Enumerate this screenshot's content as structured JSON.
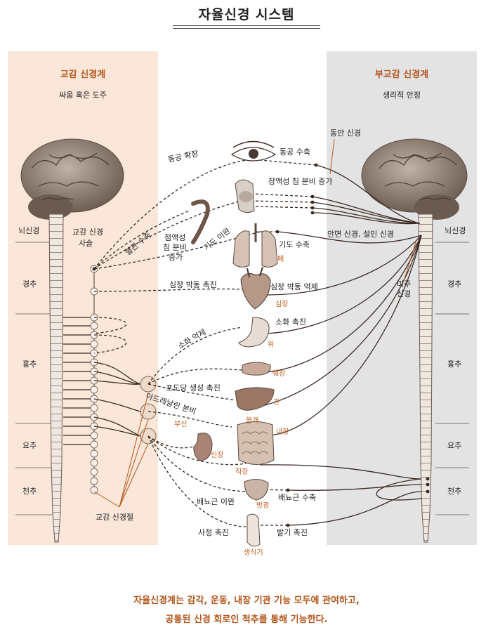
{
  "title": "자율신경 시스템",
  "sympathetic": {
    "title": "교감 신경계",
    "subtitle": "싸움 혹은 도주"
  },
  "parasympathetic": {
    "title": "부교감 신경계",
    "subtitle": "생리적 안정"
  },
  "spine_sections": [
    "뇌신경",
    "경추",
    "흉추",
    "요추",
    "천추"
  ],
  "nerves": {
    "chain": [
      "교감 신경",
      "사슬"
    ],
    "ganglion": "교감 신경절",
    "oculomotor": "동안 신경",
    "facial": "안면 신경, 설인 신경",
    "vagus": [
      "미주",
      "신경"
    ]
  },
  "effects": {
    "pupil_dilate": "동공 확장",
    "pupil_constrict": "동공 수축",
    "saliva_increase": "장액성 침 분비 증가",
    "vaso_constrict": "혈관 수축",
    "mucus_saliva": [
      "점액성",
      "침 분비",
      "증가"
    ],
    "airway_relax": "기도 이완",
    "airway_constrict": "기도 수축",
    "heart_accelerate": "심장 박동 촉진",
    "heart_inhibit": "심장 박동 억제",
    "digestion_inhibit": "소화 억제",
    "digestion_promote": "소화 촉진",
    "glucose": "포도당 생성 촉진",
    "adrenaline": "아드레날린 분비",
    "bladder_relax": "배뇨근 이완",
    "bladder_contract": "배뇨근 수축",
    "ejaculation": "사정 촉진",
    "erection": "발기 촉진"
  },
  "organs": {
    "lung": "폐",
    "heart": "심장",
    "stomach": "위",
    "pancreas": "췌장",
    "liver": "간",
    "gallbladder": "쓸개",
    "intestine": "내장",
    "adrenal": "부신",
    "kidney": "신장",
    "rectum": "직장",
    "bladder": "방광",
    "genitals": "생식기"
  },
  "caption": [
    "자율신경계는 감각, 운동, 내장 기관 기능 모두에 관여하고,",
    "공통된 신경 회로인 척추를 통해 기능한다."
  ],
  "colors": {
    "accent": "#b5561c",
    "left_panel": "#fbe7d9",
    "right_panel": "#e3e3e4",
    "nerve": "#3a2a22",
    "brain": "#7a6a5e"
  }
}
